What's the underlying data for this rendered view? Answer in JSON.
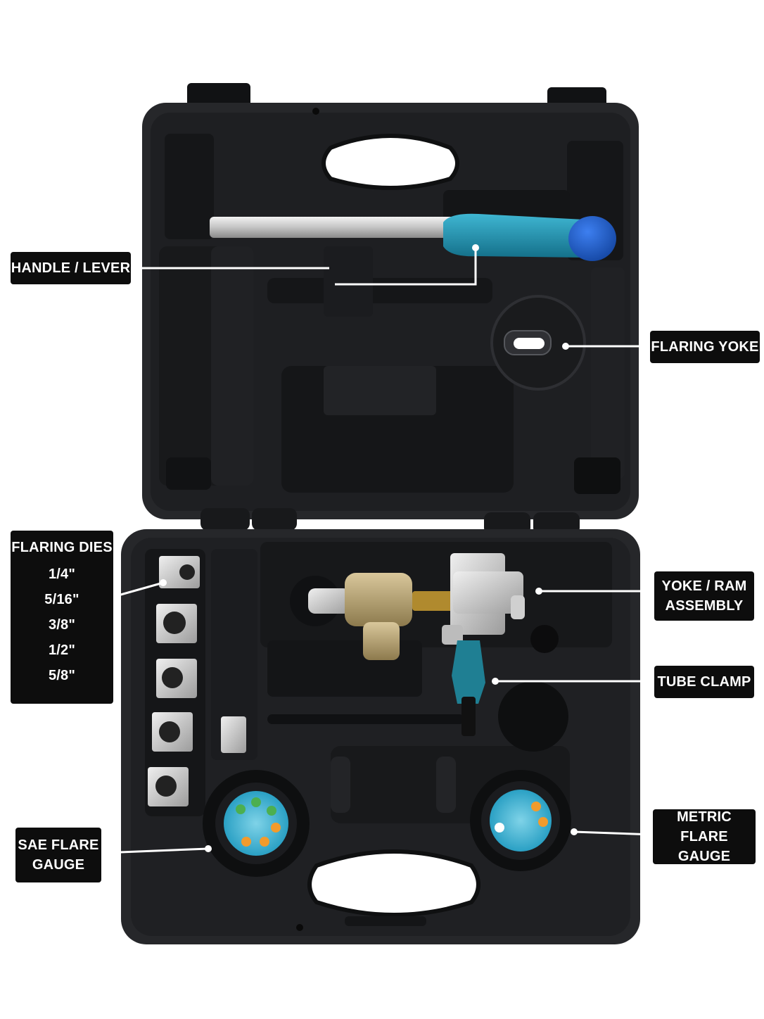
{
  "labels": {
    "handle_lever": "HANDLE / LEVER",
    "flaring_yoke": "FLARING YOKE",
    "flaring_dies": {
      "title": "FLARING DIES",
      "sizes": [
        "1/4\"",
        "5/16\"",
        "3/8\"",
        "1/2\"",
        "5/8\""
      ]
    },
    "yoke_ram_assembly": [
      "YOKE / RAM",
      "ASSEMBLY"
    ],
    "tube_clamp": "TUBE CLAMP",
    "sae_flare_gauge": [
      "SAE FLARE",
      "GAUGE"
    ],
    "metric_flare_gauge": [
      "METRIC FLARE",
      "GAUGE"
    ]
  },
  "colors": {
    "case": "#232427",
    "case_inner": "#1a1b1d",
    "handle_grip": "#1f98b5",
    "handle_end": "#1e5bc4",
    "handle_shaft": "#c9c9c9",
    "leader_line": "#ffffff",
    "label_bg": "#0d0d0d",
    "gauge_face": "#4ab8d6"
  }
}
